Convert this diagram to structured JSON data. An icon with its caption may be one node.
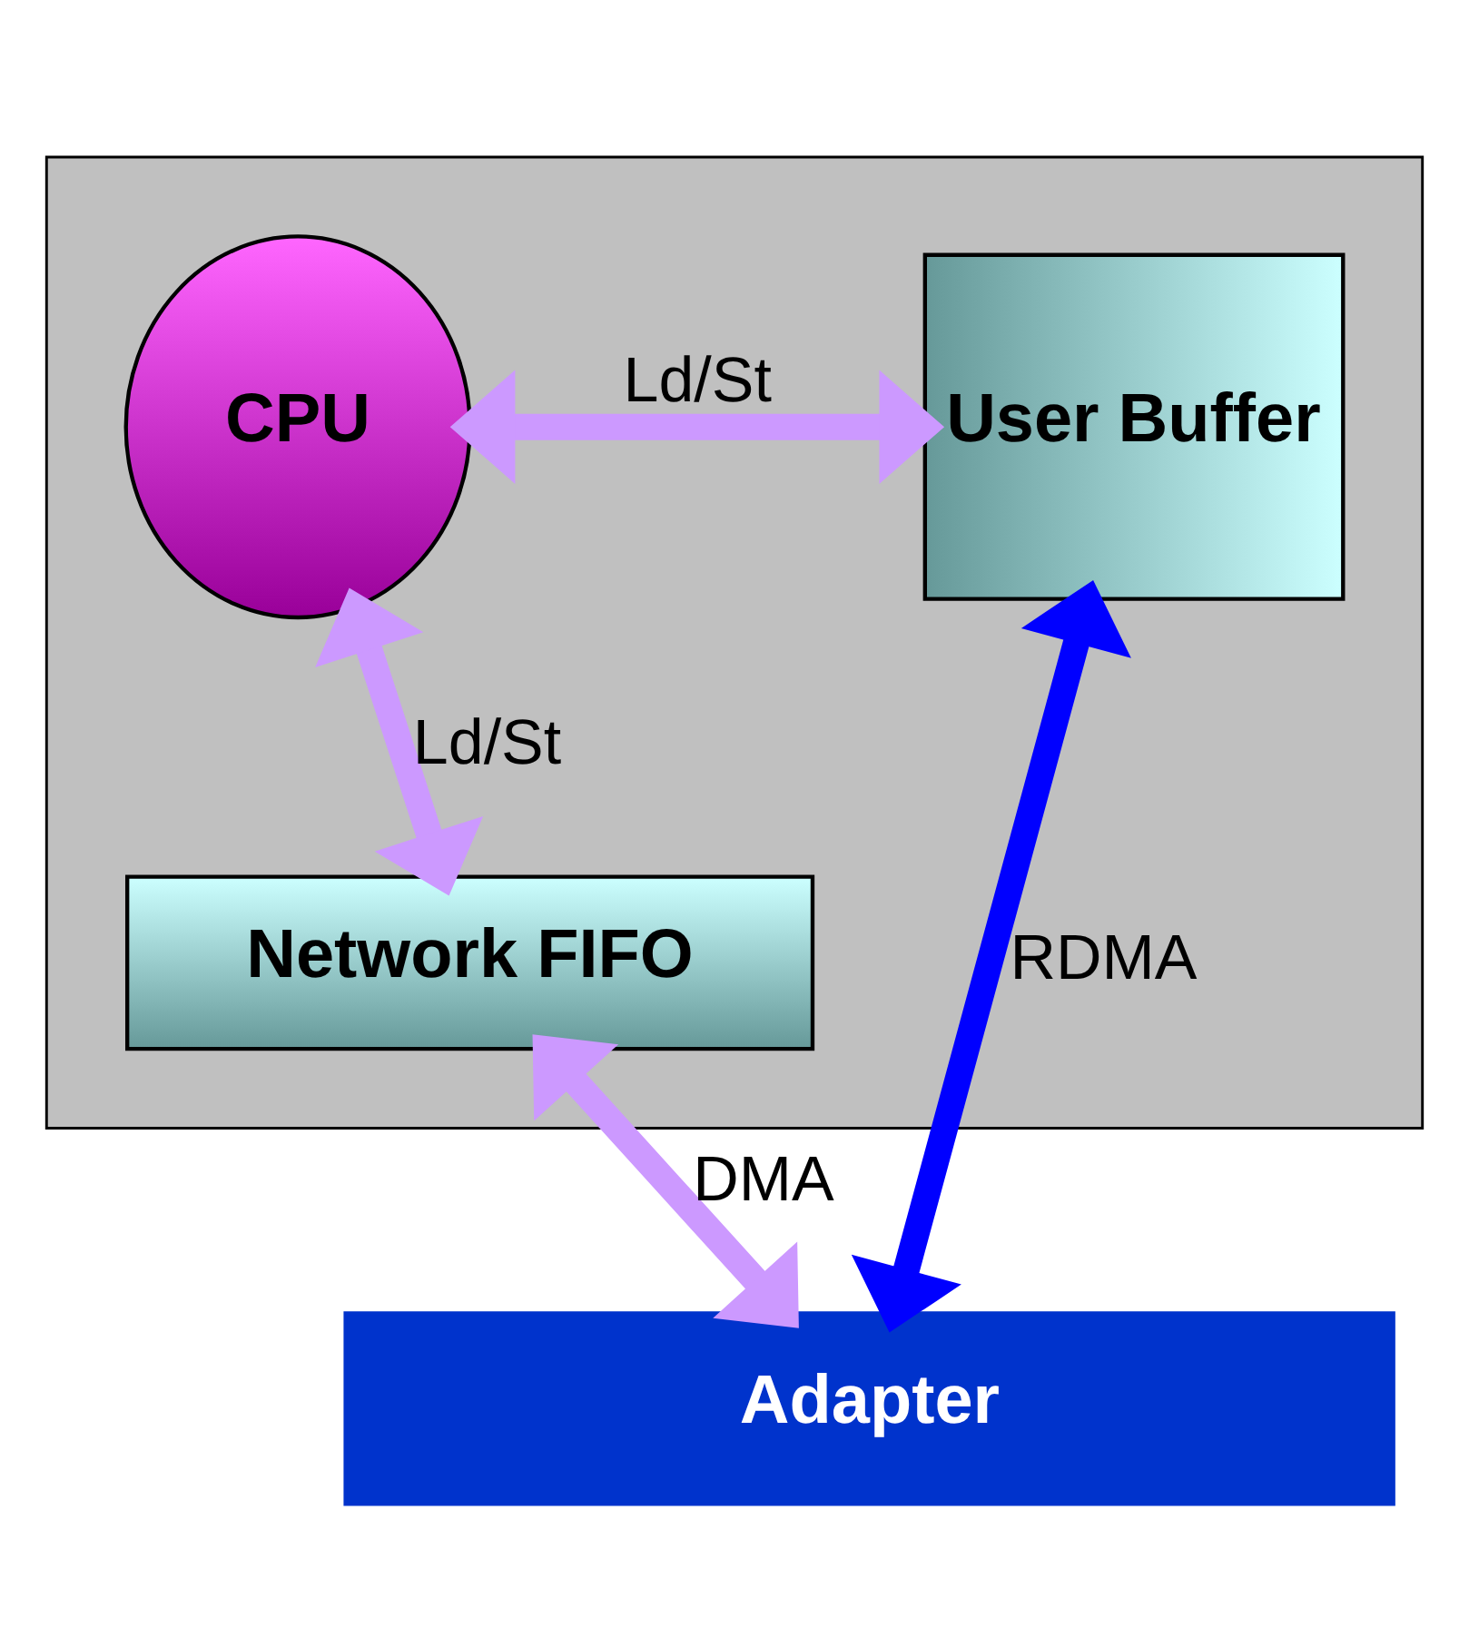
{
  "diagram": {
    "nodes": [
      {
        "text": [],
        "shape": "box"
      },
      {
        "text": [
          "CPU"
        ],
        "in": 0
      },
      {
        "text": [
          "User Buffer"
        ],
        "in": 0
      },
      {
        "text": [
          "Network FIFO"
        ],
        "in": 0
      },
      {
        "text": [
          "Adapter"
        ]
      }
    ],
    "edges": [
      {
        "from": 2,
        "to": 1,
        "arrow": "both",
        "label": "Ld/St"
      },
      {
        "from": 1,
        "to": 3,
        "arrow": "both",
        "label": "Ld/St"
      },
      {
        "from": 2,
        "to": 4,
        "arrow": "both",
        "label": "RDMA",
        "color": "#0000ff"
      },
      {
        "from": 3,
        "to": 4,
        "arrow": "both",
        "label": "DMA"
      }
    ]
  }
}
